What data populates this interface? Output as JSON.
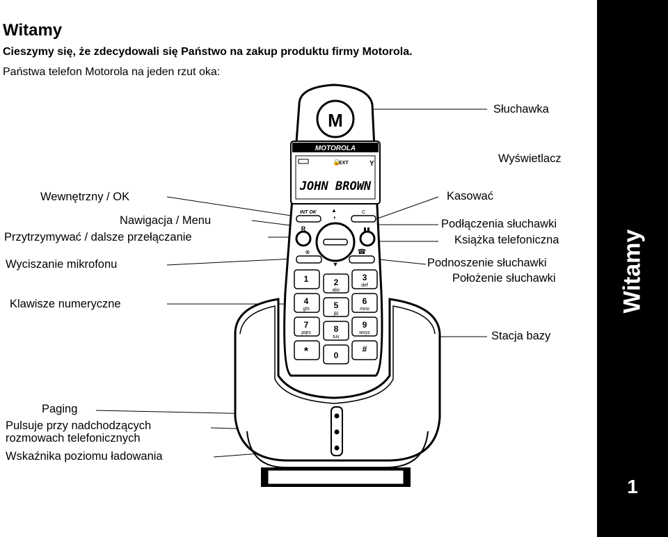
{
  "header": {
    "title": "Witamy",
    "intro_bold": "Cieszymy się, że zdecydowali się Państwo na zakup produktu firmy Motorola.",
    "intro": "Państwa telefon Motorola na jeden rzut oka:"
  },
  "labels_right": {
    "handset": "Słuchawka",
    "display": "Wyświetlacz",
    "clear": "Kasować",
    "handset_connections": "Podłączenia słuchawki",
    "phonebook": "Książka telefoniczna",
    "pickup": "Podnoszenie słuchawki",
    "hangup": "Położenie słuchawki",
    "base_station": "Stacja bazy"
  },
  "labels_left": {
    "intercom_ok": "Wewnętrzny / OK",
    "nav_menu": "Nawigacja / Menu",
    "hold_transfer": "Przytrzymywać / dalsze przełączanie",
    "mute": "Wyciszanie  mikrofonu",
    "keypad": "Klawisze numeryczne",
    "paging": "Paging",
    "incoming_line1": "Pulsuje przy nadchodzących",
    "incoming_line2": "rozmowach telefonicznych",
    "charge_indicator": "Wskaźnika poziomu ładowania"
  },
  "phone": {
    "brand": "MOTOROLA",
    "display_name": "JOHN  BROWN",
    "display_ext": "EXT",
    "int_ok_key": "INT  OK",
    "clear_key": "C",
    "keys": [
      {
        "num": "1",
        "letters": ""
      },
      {
        "num": "2",
        "letters": "abc"
      },
      {
        "num": "3",
        "letters": "def"
      },
      {
        "num": "4",
        "letters": "ghi"
      },
      {
        "num": "5",
        "letters": "jkl"
      },
      {
        "num": "6",
        "letters": "mno"
      },
      {
        "num": "7",
        "letters": "pqrs"
      },
      {
        "num": "8",
        "letters": "tuv"
      },
      {
        "num": "9",
        "letters": "wxyz"
      },
      {
        "num": "*",
        "letters": ""
      },
      {
        "num": "0",
        "letters": ""
      },
      {
        "num": "#",
        "letters": ""
      }
    ]
  },
  "side_tab": {
    "text": "Witamy",
    "page_number": "1"
  }
}
